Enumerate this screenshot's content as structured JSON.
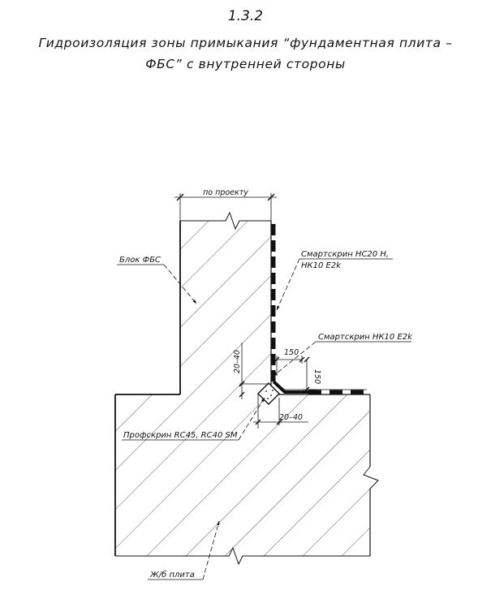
{
  "header": {
    "section_number": "1.3.2",
    "title_line_1": "Гидроизоляция зоны примыкания “фундаментная плита –",
    "title_line_2": "ФБС” с внутренней стороны"
  },
  "labels": {
    "wall_width": "по проекту",
    "fbs_block": "Блок ФБС",
    "membrane_top_line_1": "Смартскрин НС20 Н,",
    "membrane_top_line_2": "НК10 Е2k",
    "membrane_side": "Смартскрин НК10 Е2k",
    "dim_150_horizontal": "150",
    "dim_150_vertical": "150",
    "dim_20_40_vertical": "20–40",
    "dim_20_40_horizontal": "20–40",
    "profscreen": "Профскрин RC45, RC40 SM",
    "slab": "Ж/б плита"
  }
}
